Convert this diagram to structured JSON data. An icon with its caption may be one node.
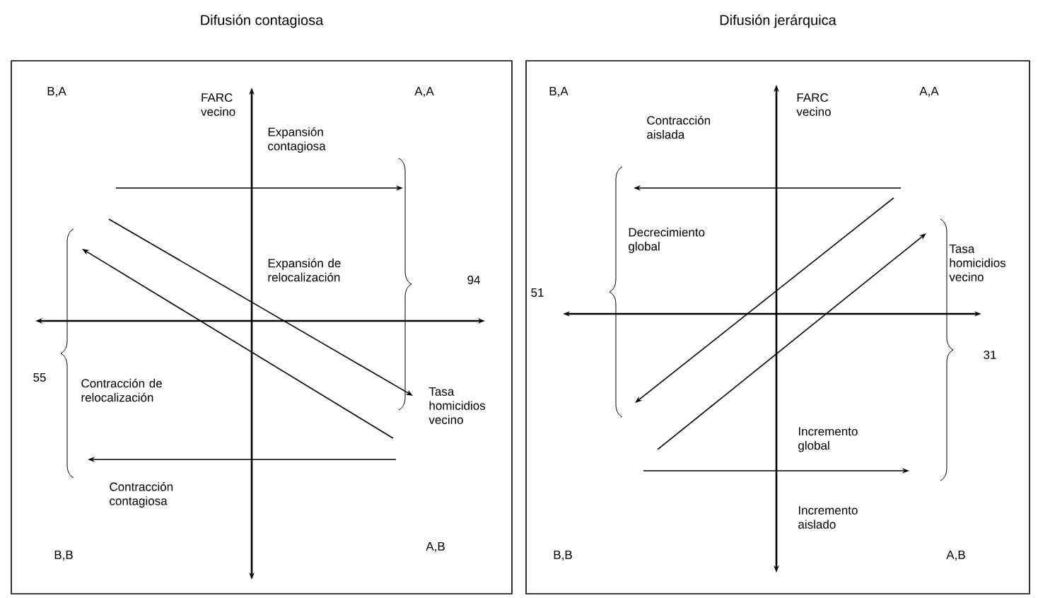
{
  "diagram": {
    "nodes": [
      {
        "text": [
          "Difusión contagiosa",
          "B,A",
          "FARC vecino",
          "A,A",
          "Expansión contagiosa",
          "Expansión de relocalización",
          "94",
          "55",
          "Contracción de relocalización",
          "Tasa homicidios vecino",
          "Contracción contagiosa",
          "B,B",
          "A,B"
        ]
      },
      {
        "text": [
          "Difusión jerárquica",
          "B,A",
          "FARC vecino",
          "A,A",
          "Contracción aislada",
          "Decrecimiento global",
          "51",
          "Tasa homicidios vecino",
          "31",
          "Incremento global",
          "Incremento aislado",
          "B,B",
          "A,B"
        ]
      }
    ]
  }
}
